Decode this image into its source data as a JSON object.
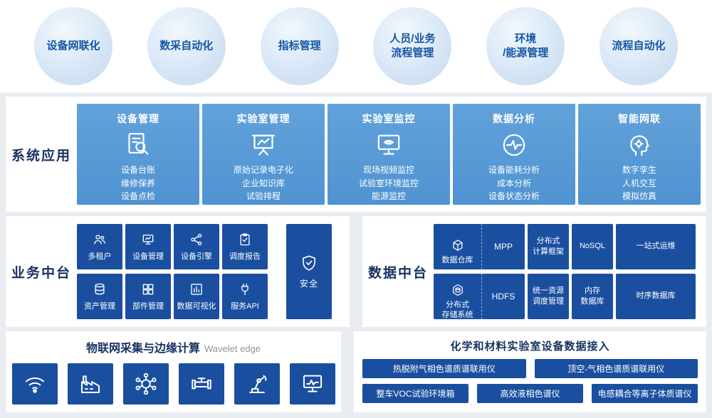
{
  "top_capabilities": [
    {
      "label": "设备网联化"
    },
    {
      "label": "数采自动化"
    },
    {
      "label": "指标管理"
    },
    {
      "label": "人员/业务\n流程管理"
    },
    {
      "label": "环境\n/能源管理"
    },
    {
      "label": "流程自动化"
    }
  ],
  "system_apps": {
    "label": "系统应用",
    "cards": [
      {
        "title": "设备管理",
        "lines": "设备台账\n维修保养\n设备点检"
      },
      {
        "title": "实验室管理",
        "lines": "原始记录电子化\n企业知识库\n试验排程"
      },
      {
        "title": "实验室监控",
        "lines": "现场视频监控\n试验室环境监控\n能源监控"
      },
      {
        "title": "数据分析",
        "lines": "设备能耗分析\n成本分析\n设备状态分析"
      },
      {
        "title": "智能网联",
        "lines": "数字孪生\n人机交互\n模拟仿真"
      }
    ]
  },
  "business_platform": {
    "label": "业务中台",
    "row1": [
      {
        "label": "多租户"
      },
      {
        "label": "设备管理"
      },
      {
        "label": "设备引擎"
      },
      {
        "label": "调度报告"
      }
    ],
    "row2": [
      {
        "label": "资产管理"
      },
      {
        "label": "部件管理"
      },
      {
        "label": "数据可视化"
      },
      {
        "label": "服务API"
      }
    ],
    "security": {
      "label": "安全"
    }
  },
  "data_platform": {
    "label": "数据中台",
    "row1": {
      "combo_name": "数据仓库",
      "combo_tech": "MPP",
      "tiles": [
        "分布式\n计算框架",
        "NoSQL",
        "一站式运维"
      ]
    },
    "row2": {
      "combo_name": "分布式\n存储系统",
      "combo_tech": "HDFS",
      "tiles": [
        "统一资源\n调度管理",
        "内存\n数据库",
        "时序数据库"
      ]
    }
  },
  "iot_edge": {
    "title": "物联网采集与边缘计算",
    "subtitle": "Wavelet edge"
  },
  "lab_access": {
    "title": "化学和材料实验室设备数据接入",
    "row1": [
      "热脱附气相色谱质谱联用仪",
      "顶空-气相色谱质谱联用仪"
    ],
    "row2": [
      "整车VOC试验环境箱",
      "高效液相色谱仪",
      "电感耦合等离子体质谱仪"
    ]
  },
  "colors": {
    "card_blue": "#5b9bd5",
    "tile_blue": "#1a4fa0",
    "label_navy": "#17325f",
    "circle_text": "#1456a3",
    "page_bg": "#e9edf2"
  }
}
